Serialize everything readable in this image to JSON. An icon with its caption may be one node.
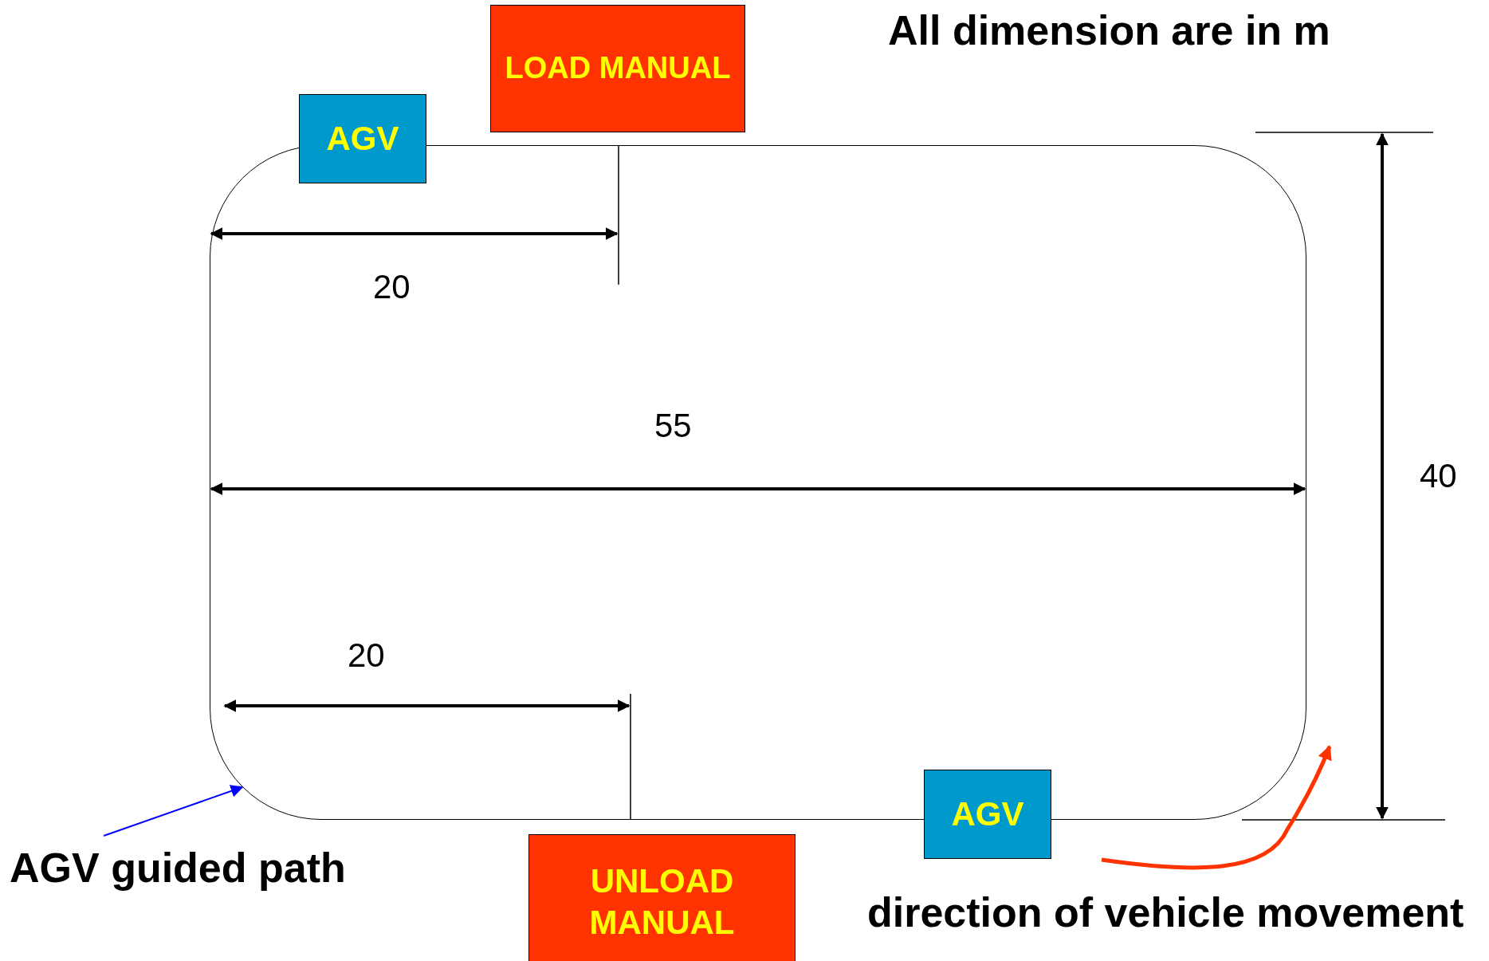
{
  "diagram": {
    "nodes": [
      {
        "text": [
          "LOAD MANUAL"
        ]
      },
      {
        "text": [
          "AGV"
        ]
      },
      {
        "text": [],
        "shape": "box"
      },
      {
        "text": [
          "UNLOAD MANUAL"
        ]
      },
      {
        "text": [
          "AGV"
        ]
      },
      {
        "text": [
          "AGV guided path"
        ]
      }
    ],
    "edges": [
      {
        "from": 5,
        "to": 2,
        "arrow": "to",
        "color": "#0000ff"
      }
    ],
    "labels": [
      "All dimension are in m",
      "20",
      "55",
      "40",
      "20",
      "direction of vehicle movement"
    ]
  }
}
